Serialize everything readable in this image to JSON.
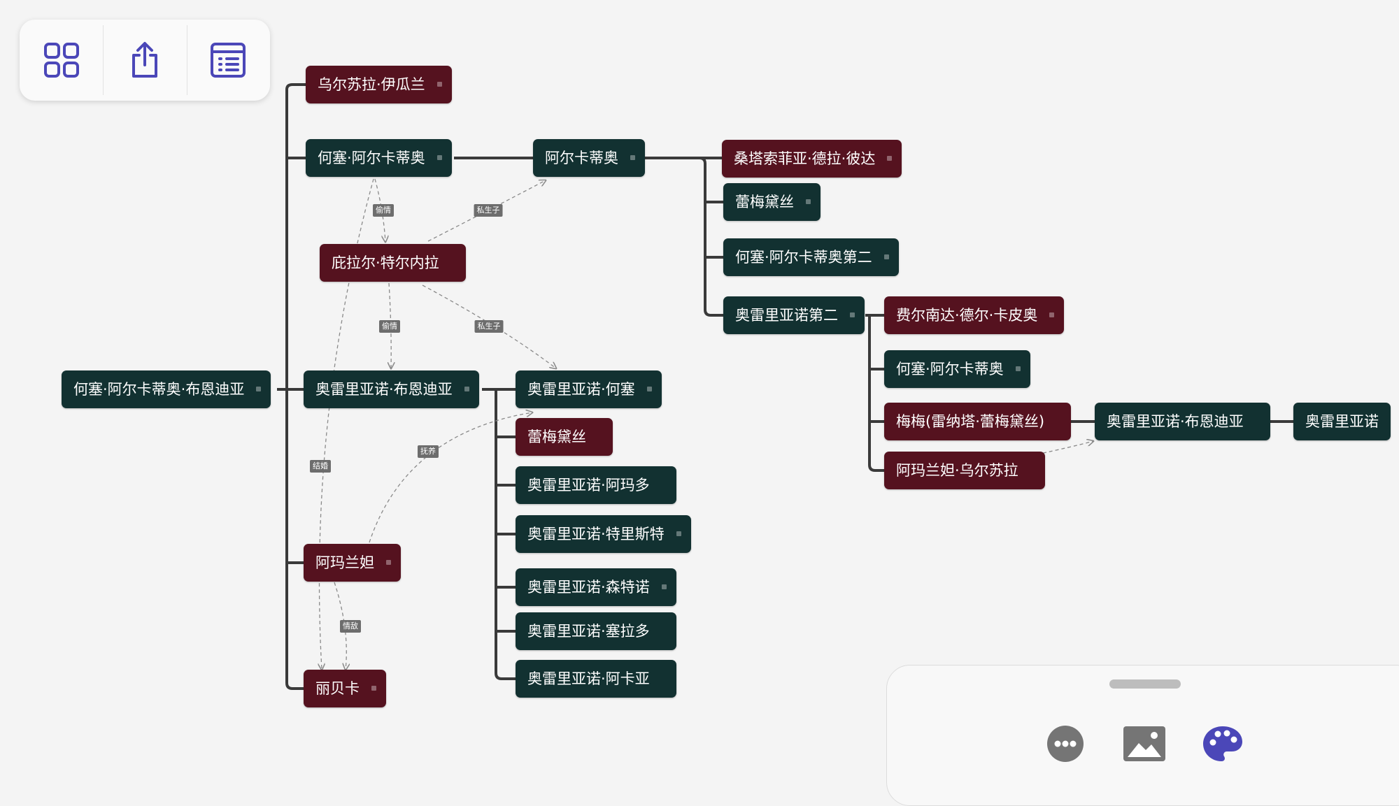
{
  "toolbar": {
    "buttons": [
      {
        "icon": "grid-icon"
      },
      {
        "icon": "share-icon"
      },
      {
        "icon": "outline-list-icon"
      }
    ]
  },
  "mindmap": {
    "root": "何塞·阿尔卡蒂奥·布恩迪亚",
    "nodes": {
      "ursula": "乌尔苏拉·伊瓜兰",
      "jose_arcadio": "何塞·阿尔卡蒂奥",
      "arcadio": "阿尔卡蒂奥",
      "pilar": "庇拉尔·特尔内拉",
      "aureliano_buendia": "奥雷里亚诺·布恩迪亚",
      "amaranta": "阿玛兰妲",
      "rebeca": "丽贝卡",
      "santa_sofia": "桑塔索菲亚·德拉·彼达",
      "remedios_1": "蕾梅黛丝",
      "jose_arcadio_ii": "何塞·阿尔卡蒂奥第二",
      "aureliano_ii": "奥雷里亚诺第二",
      "fernanda": "费尔南达·德尔·卡皮奥",
      "jose_arcadio_3": "何塞·阿尔卡蒂奥",
      "meme": "梅梅(雷纳塔·蕾梅黛丝)",
      "amaranta_ursula": "阿玛兰妲·乌尔苏拉",
      "aureliano_babilonia": "奥雷里亚诺·布恩迪亚",
      "aureliano_last": "奥雷里亚诺",
      "aureliano_jose": "奥雷里亚诺·何塞",
      "remedios_2": "蕾梅黛丝",
      "aureliano_amador": "奥雷里亚诺·阿玛多",
      "aureliano_triste": "奥雷里亚诺·特里斯特",
      "aureliano_centeno": "奥雷里亚诺·森特诺",
      "aureliano_serrador": "奥雷里亚诺·塞拉多",
      "aureliano_arcaya": "奥雷里亚诺·阿卡亚"
    },
    "relations": {
      "affair_1": "偷情",
      "illegitimate_1": "私生子",
      "affair_2": "偷情",
      "illegitimate_2": "私生子",
      "married": "结婚",
      "adopted": "抚养",
      "rival": "情敌"
    }
  },
  "bottom_panel": {
    "buttons": [
      {
        "icon": "more-icon"
      },
      {
        "icon": "image-icon"
      },
      {
        "icon": "palette-icon"
      }
    ]
  },
  "colors": {
    "node_dark": "#123131",
    "node_red": "#55121f",
    "connector": "#3a3a3a",
    "accent": "#4b47b8"
  }
}
